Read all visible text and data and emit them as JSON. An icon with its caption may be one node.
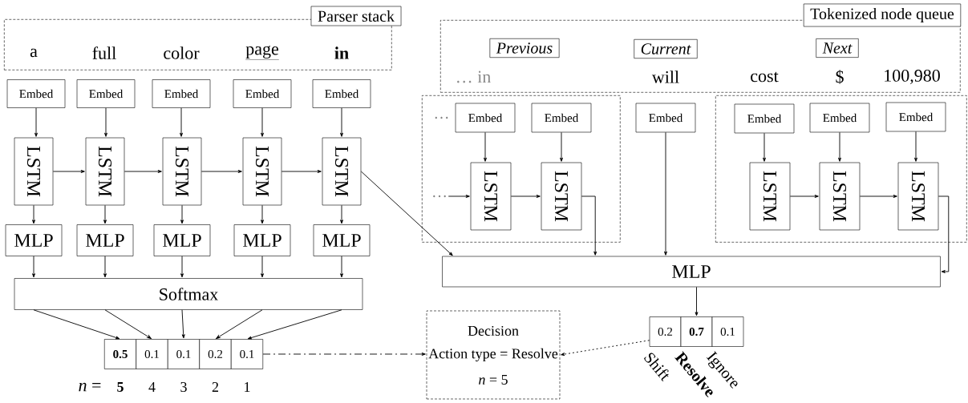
{
  "diagram": {
    "nodes": [
      {
        "text": [
          "Parser stack",
          "a",
          "full",
          "color",
          "page",
          "in"
        ]
      },
      {
        "text": [
          "Tokenized node queue",
          "… in",
          "will",
          "cost",
          "$",
          "100,980"
        ]
      },
      {
        "text": [
          "Previous"
        ],
        "in": 1
      },
      {
        "text": [
          "Current"
        ],
        "in": 1
      },
      {
        "text": [
          "Next"
        ],
        "in": 1
      },
      {
        "text": [],
        "shape": "box"
      },
      {
        "text": [],
        "shape": "box"
      },
      {
        "text": [
          "Embed"
        ]
      },
      {
        "text": [
          "Embed"
        ]
      },
      {
        "text": [
          "Embed"
        ]
      },
      {
        "text": [
          "Embed"
        ]
      },
      {
        "text": [
          "Embed"
        ]
      },
      {
        "text": [
          "LSTM"
        ]
      },
      {
        "text": [
          "LSTM"
        ]
      },
      {
        "text": [
          "LSTM"
        ]
      },
      {
        "text": [
          "LSTM"
        ]
      },
      {
        "text": [
          "LSTM"
        ]
      },
      {
        "text": [
          "MLP"
        ]
      },
      {
        "text": [
          "MLP"
        ]
      },
      {
        "text": [
          "MLP"
        ]
      },
      {
        "text": [
          "MLP"
        ]
      },
      {
        "text": [
          "MLP"
        ]
      },
      {
        "text": [
          "Softmax"
        ]
      },
      {
        "text": [
          "0.5"
        ],
        "beside": [
          "5"
        ]
      },
      {
        "text": [
          "0.1"
        ],
        "beside": [
          "4"
        ]
      },
      {
        "text": [
          "0.1"
        ],
        "beside": [
          "3"
        ]
      },
      {
        "text": [
          "0.2"
        ],
        "beside": [
          "2"
        ]
      },
      {
        "text": [
          "0.1"
        ],
        "beside": [
          "1"
        ]
      },
      {
        "text": [
          "Decision",
          "Action type = Resolve",
          "*n* = 5"
        ]
      },
      {
        "text": [
          "Embed"
        ],
        "in": 5,
        "beside": [
          "…"
        ]
      },
      {
        "text": [
          "Embed"
        ],
        "in": 5
      },
      {
        "text": [
          "…"
        ],
        "in": 5
      },
      {
        "text": [
          "LSTM"
        ],
        "in": 5
      },
      {
        "text": [
          "LSTM"
        ],
        "in": 5
      },
      {
        "text": [
          "Embed"
        ]
      },
      {
        "text": [
          "Embed"
        ],
        "in": 6
      },
      {
        "text": [
          "Embed"
        ],
        "in": 6
      },
      {
        "text": [
          "Embed"
        ],
        "in": 6
      },
      {
        "text": [
          "LSTM"
        ],
        "in": 6
      },
      {
        "text": [
          "LSTM"
        ],
        "in": 6
      },
      {
        "text": [
          "LSTM"
        ],
        "in": 6
      },
      {
        "text": [
          "MLP"
        ]
      },
      {
        "text": [
          "0.2"
        ],
        "beside": [
          "Shift"
        ]
      },
      {
        "text": [
          "0.7"
        ],
        "beside": [
          "Resolve"
        ]
      },
      {
        "text": [
          "0.1"
        ],
        "beside": [
          "Ignore"
        ]
      }
    ],
    "edges": [
      {
        "from": 7,
        "to": 12,
        "arrow": "to"
      },
      {
        "from": 8,
        "to": 13,
        "arrow": "to"
      },
      {
        "from": 9,
        "to": 14,
        "arrow": "to"
      },
      {
        "from": 10,
        "to": 15,
        "arrow": "to"
      },
      {
        "from": 11,
        "to": 16,
        "arrow": "to"
      },
      {
        "from": 12,
        "to": 13,
        "arrow": "to"
      },
      {
        "from": 13,
        "to": 14,
        "arrow": "to"
      },
      {
        "from": 14,
        "to": 15,
        "arrow": "to"
      },
      {
        "from": 15,
        "to": 16,
        "arrow": "to"
      },
      {
        "from": 12,
        "to": 17,
        "arrow": "to"
      },
      {
        "from": 13,
        "to": 18,
        "arrow": "to"
      },
      {
        "from": 14,
        "to": 19,
        "arrow": "to"
      },
      {
        "from": 15,
        "to": 20,
        "arrow": "to"
      },
      {
        "from": 16,
        "to": 21,
        "arrow": "to"
      },
      {
        "from": 17,
        "to": 22,
        "arrow": "to"
      },
      {
        "from": 18,
        "to": 22,
        "arrow": "to"
      },
      {
        "from": 19,
        "to": 22,
        "arrow": "to"
      },
      {
        "from": 20,
        "to": 22,
        "arrow": "to"
      },
      {
        "from": 21,
        "to": 22,
        "arrow": "to"
      },
      {
        "from": 22,
        "to": 23,
        "arrow": "to"
      },
      {
        "from": 22,
        "to": 24,
        "arrow": "to"
      },
      {
        "from": 22,
        "to": 25,
        "arrow": "to"
      },
      {
        "from": 22,
        "to": 26,
        "arrow": "to"
      },
      {
        "from": 22,
        "to": 27,
        "arrow": "to"
      },
      {
        "from": 27,
        "to": 28,
        "arrow": "to",
        "style": "dashed"
      },
      {
        "from": 16,
        "to": 41,
        "arrow": "to"
      },
      {
        "from": 29,
        "to": 32,
        "arrow": "to"
      },
      {
        "from": 30,
        "to": 33,
        "arrow": "to"
      },
      {
        "from": 31,
        "to": 32,
        "arrow": "to"
      },
      {
        "from": 32,
        "to": 33,
        "arrow": "to"
      },
      {
        "from": 33,
        "to": 41,
        "arrow": "to"
      },
      {
        "from": 34,
        "to": 41,
        "arrow": "to"
      },
      {
        "from": 35,
        "to": 38,
        "arrow": "to"
      },
      {
        "from": 36,
        "to": 39,
        "arrow": "to"
      },
      {
        "from": 37,
        "to": 40,
        "arrow": "to"
      },
      {
        "from": 38,
        "to": 39,
        "arrow": "to"
      },
      {
        "from": 39,
        "to": 40,
        "arrow": "to"
      },
      {
        "from": 40,
        "to": 41,
        "arrow": "to"
      },
      {
        "from": 41,
        "to": 43,
        "arrow": "to"
      },
      {
        "from": 42,
        "to": 28,
        "arrow": "to",
        "style": "dashed"
      }
    ],
    "labels": [
      "*n* ="
    ]
  }
}
